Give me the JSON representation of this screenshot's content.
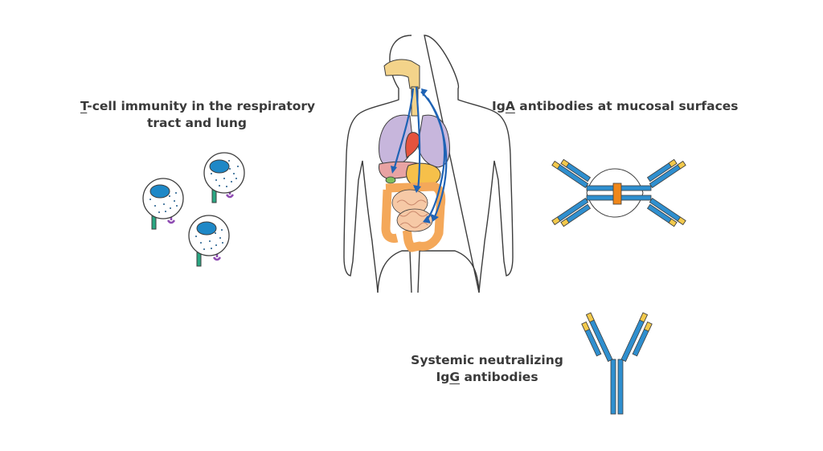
{
  "labels": {
    "tcell": {
      "line1_first": "T",
      "line1_rest": "-cell immunity in the respiratory",
      "line2": "tract and lung"
    },
    "iga": {
      "prefix": "Ig",
      "underlined": "A",
      "rest": " antibodies at mucosal surfaces"
    },
    "igg": {
      "line1": "Systemic neutralizing",
      "prefix": "Ig",
      "underlined": "G",
      "rest": " antibodies"
    }
  },
  "colors": {
    "outline": "#3d3d3d",
    "antibody_blue": "#2f8fcf",
    "antibody_tip": "#f2c94c",
    "hinge_orange": "#f0871a",
    "cell_nucleus": "#1e88c7",
    "tcr_green": "#2aa783",
    "receptor_purple": "#8e4bb2",
    "lung_purple": "#c7b6dc",
    "heart_red": "#e5533d",
    "stomach_yellow": "#f6c04a",
    "intestine_orange": "#f4a85a",
    "liver_pink": "#e8a3a3",
    "airway_yellow": "#f3d38a",
    "flow_blue": "#1f63b5"
  }
}
